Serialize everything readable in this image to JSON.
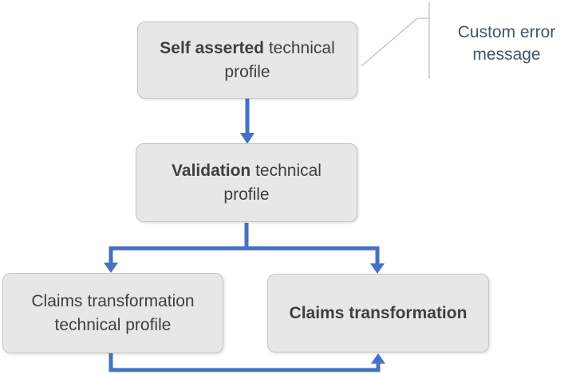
{
  "diagram": {
    "nodes": [
      {
        "name": "self-asserted-technical-profile",
        "bold": "Self asserted",
        "regular": " technical profile"
      },
      {
        "name": "validation-technical-profile",
        "bold": "Validation",
        "regular": " technical profile"
      },
      {
        "name": "claims-transformation-technical-profile",
        "bold": "",
        "regular": "Claims transformation technical profile"
      },
      {
        "name": "claims-transformation",
        "bold": "Claims transformation",
        "regular": ""
      }
    ],
    "callout": {
      "label": "Custom error message"
    },
    "colors": {
      "connector_blue": "#4472C4",
      "box_fill": "#E8E7E7",
      "box_border": "#C6C6C6",
      "box_text": "#3F3F3F",
      "callout_text": "#44546A",
      "callout_line": "#BFBFBF"
    }
  }
}
